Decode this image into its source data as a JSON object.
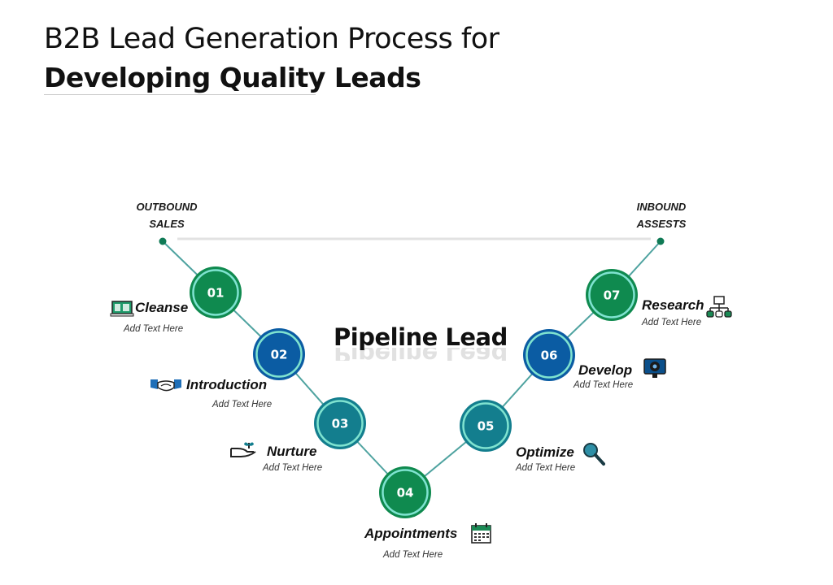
{
  "header": {
    "title_line1": "B2B Lead Generation Process for",
    "title_line2": "Developing Quality Leads"
  },
  "corners": {
    "left": {
      "line1": "OUTBOUND",
      "line2": "SALES"
    },
    "right": {
      "line1": "INBOUND",
      "line2": "ASSESTS"
    }
  },
  "center_title": "Pipeline Lead",
  "colors": {
    "green": "#0f8a4f",
    "blue": "#0b5ca3",
    "teal": "#137e8e",
    "connector": "#4fa3a0",
    "ring": "#7fe3d0"
  },
  "steps": [
    {
      "num": "01",
      "label": "Cleanse",
      "sub": "Add Text Here",
      "icon": "presentation-board-icon",
      "color": "green"
    },
    {
      "num": "02",
      "label": "Introduction",
      "sub": "Add Text Here",
      "icon": "handshake-icon",
      "color": "blue"
    },
    {
      "num": "03",
      "label": "Nurture",
      "sub": "Add Text Here",
      "icon": "hand-plant-icon",
      "color": "teal"
    },
    {
      "num": "04",
      "label": "Appointments",
      "sub": "Add Text Here",
      "icon": "calendar-icon",
      "color": "green"
    },
    {
      "num": "05",
      "label": "Optimize",
      "sub": "Add Text Here",
      "icon": "magnifier-icon",
      "color": "teal"
    },
    {
      "num": "06",
      "label": "Develop",
      "sub": "Add Text Here",
      "icon": "monitor-gear-icon",
      "color": "blue"
    },
    {
      "num": "07",
      "label": "Research",
      "sub": "Add Text Here",
      "icon": "network-icon",
      "color": "green"
    }
  ]
}
